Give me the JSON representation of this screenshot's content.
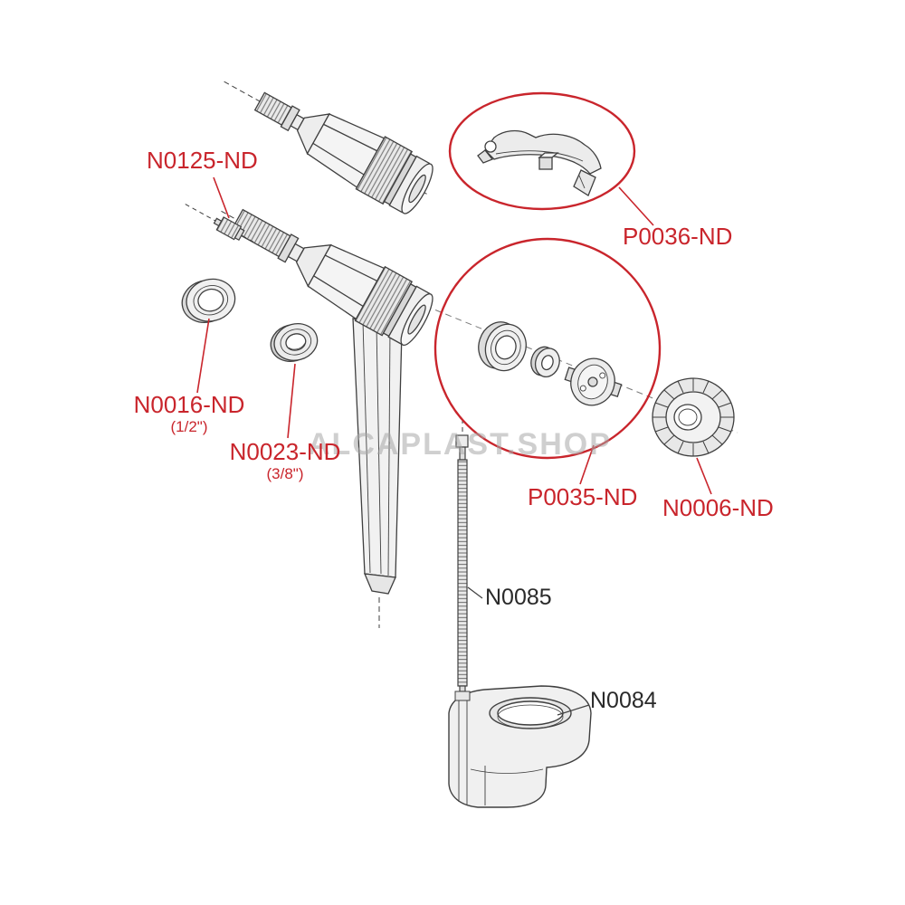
{
  "watermark": "ALCAPLAST.SHOP",
  "parts": {
    "n0125": {
      "label": "N0125-ND"
    },
    "n0016": {
      "label": "N0016-ND",
      "size": "(1/2\")"
    },
    "n0023": {
      "label": "N0023-ND",
      "size": "(3/8\")"
    },
    "p0036": {
      "label": "P0036-ND"
    },
    "p0035": {
      "label": "P0035-ND"
    },
    "n0006": {
      "label": "N0006-ND"
    },
    "n0085": {
      "label": "N0085"
    },
    "n0084": {
      "label": "N0084"
    }
  },
  "colors": {
    "highlight_red": "#c9252c",
    "label_dark": "#2a2a2a",
    "line_art": "#3f3f3f",
    "watermark_gray": "#a8a8a8"
  }
}
